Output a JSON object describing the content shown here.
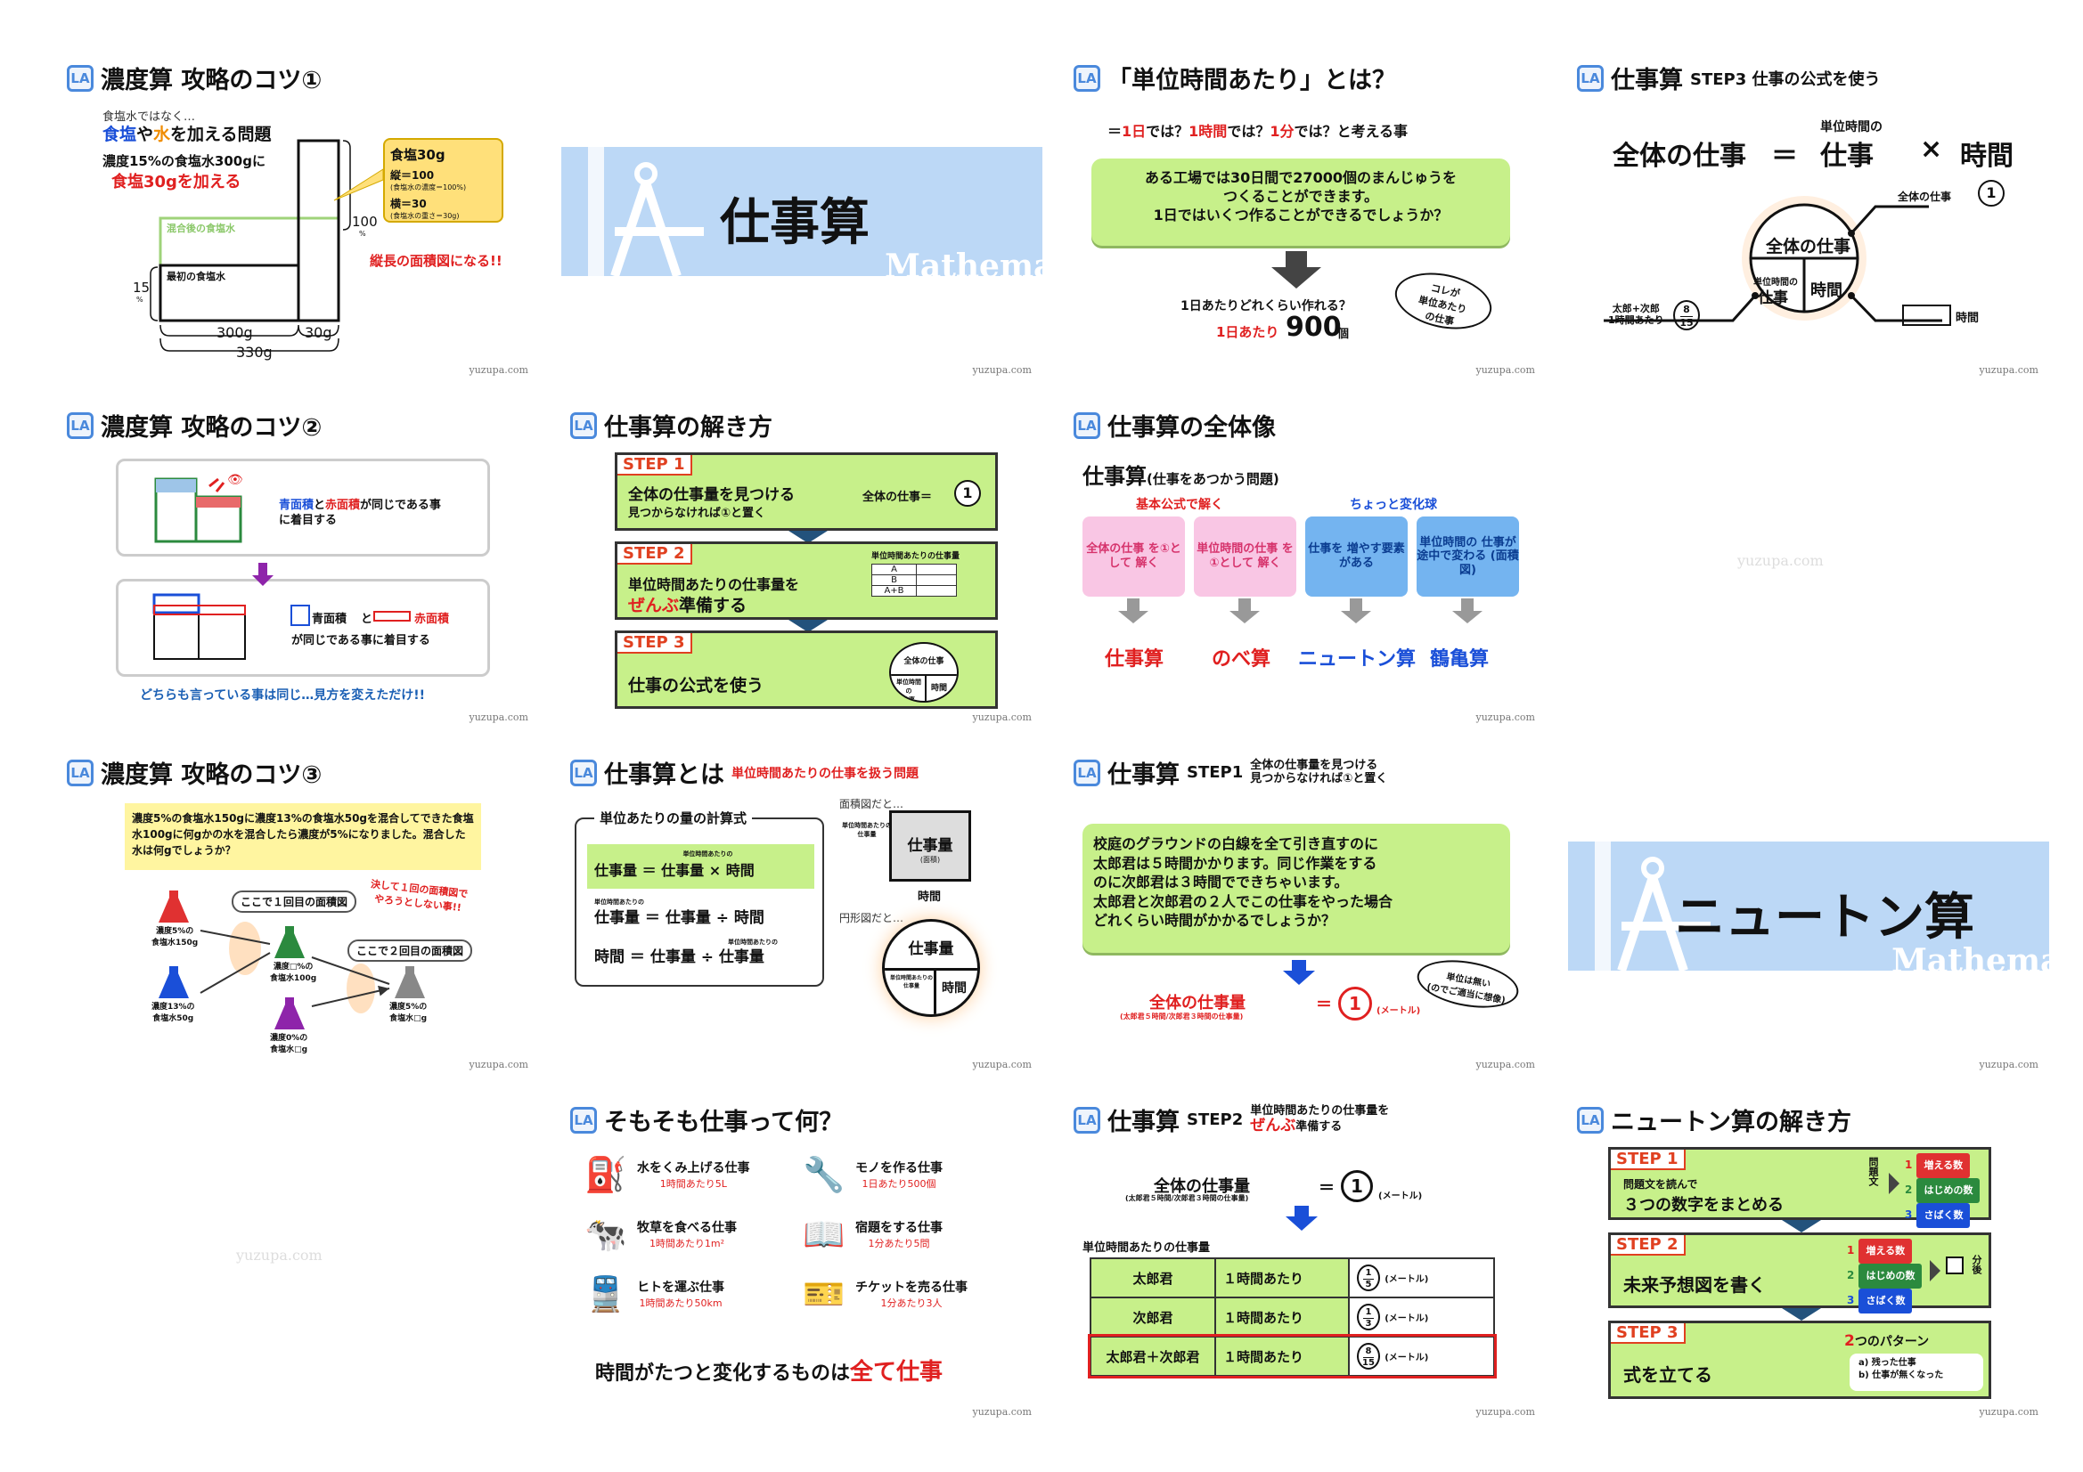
{
  "watermark": "yuzupa.com",
  "logo_text": "LA",
  "s1": {
    "title": "濃度算 攻略のコツ①",
    "pre": "食塩水ではなく…",
    "head_a": "食塩",
    "head_b": "や",
    "head_c": "水",
    "head_d": "を加える問題",
    "l1": "濃度15%の食塩水300gに",
    "l2": "食塩30gを加える",
    "cal_title": "食塩30g",
    "cal_1": "縦＝100",
    "cal_1s": "(食塩水の濃度＝100%)",
    "cal_2": "横＝30",
    "cal_2s": "(食塩水の重さ＝30g)",
    "mixed": "混合後の食塩水",
    "first": "最初の食塩水",
    "n15": "15",
    "pct": "%",
    "n100": "100",
    "w300": "300g",
    "w30": "30g",
    "w330": "330g",
    "note": "縦長の面積図になる!!"
  },
  "s2": {
    "big": "仕事算",
    "math": "Mathemat"
  },
  "s3": {
    "title": "「単位時間あたり」とは？",
    "q_a": "＝",
    "q_b": "1日",
    "q_c": "では？",
    "q_d": "1時間",
    "q_e": "では？",
    "q_f": "1分",
    "q_g": "では？と考える事",
    "box": "ある工場では30日間で27000個のまんじゅうを\nつくることができます。\n1日ではいくつ作ることができるでしょうか？",
    "ask": "1日あたりどれくらい作れる？",
    "ans_a": "1日あたり",
    "ans_b": "900",
    "ans_c": "個",
    "bubble": "コレが\n単位あたり\nの仕事"
  },
  "s4": {
    "title": "仕事算",
    "step": "STEP3 仕事の公式を使う",
    "f_a": "全体の仕事",
    "f_eq": "＝",
    "f_small": "単位時間の",
    "f_b": "仕事",
    "f_x": "×",
    "f_c": "時間",
    "all_lbl": "全体の仕事",
    "one": "1",
    "c_top": "全体の仕事",
    "c_l1": "単位時間の",
    "c_l2": "仕事",
    "c_r": "時間",
    "left_lbl": "太郎+次郎\n1時間あたり",
    "frac_n": "8",
    "frac_d": "15",
    "time_lbl": "時間"
  },
  "s5": {
    "title": "濃度算 攻略のコツ②",
    "t1a": "青面積",
    "t1b": "と",
    "t1c": "赤面積",
    "t1d": "が同じである事\nに着目する",
    "t2a": "青面積",
    "t2b": "と",
    "t2c": "赤面積",
    "t2d": "が同じである事に着目する",
    "bottom": "どちらも言っている事は同じ…見方を変えただけ!!"
  },
  "s6": {
    "title": "仕事算の解き方",
    "s1_lab": "STEP 1",
    "s1_a": "全体の仕事量を見つける",
    "s1_b": "見つからなければ①と置く",
    "s1_r": "全体の仕事＝",
    "one": "1",
    "s2_lab": "STEP 2",
    "s2_a": "単位時間あたりの仕事量を",
    "s2_b": "ぜんぶ",
    "s2_c": "準備する",
    "s2_th": "単位時間あたりの仕事量",
    "s2_rows": [
      "A",
      "B",
      "A+B"
    ],
    "s3_lab": "STEP 3",
    "s3_a": "仕事の公式を使う",
    "c_top": "全体の仕事",
    "c_l": "単位時間の\n仕事",
    "c_r": "時間"
  },
  "s7": {
    "title": "仕事算の全体像",
    "sub_a": "仕事算",
    "sub_b": "(仕事をあつかう問題)",
    "g1": "基本公式で解く",
    "g2": "ちょっと変化球",
    "boxes": [
      "全体の仕事\nを①として\n解く",
      "単位時間の仕事\nを①として\n解く",
      "仕事を\n増やす要素\nがある",
      "単位時間の\n仕事が\n途中で変わる\n(面積図)"
    ],
    "names": [
      "仕事算",
      "のべ算",
      "ニュートン算",
      "鶴亀算"
    ]
  },
  "s8": {
    "watermark": "yuzupa.com"
  },
  "s9": {
    "title": "濃度算 攻略のコツ③",
    "q": "濃度5%の食塩水150gに濃度13%の食塩水50gを混合してできた食塩水100gに何gかの水を混合したら濃度が5%になりました。混合した水は何gでしょうか？",
    "b1": "ここで１回目の面積図",
    "b2": "ここで２回目の面積図",
    "note": "決して１回の面積図で\nやろうとしない事!!",
    "f1": "濃度5%の\n食塩水150g",
    "f2": "濃度13%の\n食塩水50g",
    "f3": "濃度□%の\n食塩水100g",
    "f4": "濃度0%の\n食塩水□g",
    "f5": "濃度5%の\n食塩水□g"
  },
  "s10": {
    "title": "仕事算とは",
    "title_sub": "単位時間あたりの仕事を扱う問題",
    "box_title": "単位あたりの量の計算式",
    "e1": "仕事量 ＝ 単位時間あたりの仕事量 × 時間",
    "e1_a": "仕事量 ＝",
    "e1_s": "単位時間あたりの",
    "e1_b": "仕事量 × 時間",
    "e2_s": "単位時間あたりの",
    "e2": "仕事量 ＝ 仕事量 ÷ 時間",
    "e3_s": "単位時間あたりの",
    "e3": "時間 ＝ 仕事量 ÷ 仕事量",
    "area_lbl": "面積図だと…",
    "area_l": "単位時間あたりの\n仕事量",
    "area_c": "仕事量",
    "area_cs": "(面積)",
    "area_b": "時間",
    "circ_lbl": "円形図だと…",
    "circ_top": "仕事量",
    "circ_l": "単位時間あたりの\n仕事量",
    "circ_r": "時間"
  },
  "s11": {
    "title": "仕事算",
    "step": "STEP1",
    "step_t": "全体の仕事量を見つける\n見つからなければ①と置く",
    "box": "校庭のグラウンドの白線を全て引き直すのに\n太郎君は５時間かかります。同じ作業をする\nのに次郎君は３時間でできちゃいます。\n太郎君と次郎君の２人でこの仕事をやった場合\nどれくらい時間がかかるでしょうか？",
    "res_a": "全体の仕事量",
    "res_s": "(太郎君５時間/次郎君３時間の仕事量)",
    "res_eq": "＝",
    "one": "1",
    "res_u": "(メートル)",
    "bubble": "単位は無い\n(のでご適当に想像)"
  },
  "s12": {
    "big": "ニュートン算",
    "math": "Mathemat"
  },
  "s13": {
    "watermark": "yuzupa.com"
  },
  "s14": {
    "title": "そもそも仕事って何？",
    "items": [
      {
        "t": "水をくみ上げる仕事",
        "s": "1時間あたり5L",
        "i": "⛽"
      },
      {
        "t": "モノを作る仕事",
        "s": "1日あたり500個",
        "i": "🔧"
      },
      {
        "t": "牧草を食べる仕事",
        "s": "1時間あたり1m²",
        "i": "🐄"
      },
      {
        "t": "宿題をする仕事",
        "s": "1分あたり5問",
        "i": "📖"
      },
      {
        "t": "ヒトを運ぶ仕事",
        "s": "1時間あたり50km",
        "i": "🚆"
      },
      {
        "t": "チケットを売る仕事",
        "s": "1分あたり3人",
        "i": "🎫"
      }
    ],
    "bottom_a": "時間がたつと変化するものは",
    "bottom_b": "全て仕事"
  },
  "s15": {
    "title": "仕事算",
    "step": "STEP2",
    "step_a": "単位時間あたりの仕事量を",
    "step_b": "ぜんぶ",
    "step_c": "準備する",
    "f_a": "全体の仕事量",
    "f_s": "(太郎君５時間/次郎君３時間の仕事量)",
    "f_eq": "＝",
    "one": "1",
    "f_u": "(メートル)",
    "tbl_lbl": "単位時間あたりの仕事量",
    "rows": [
      {
        "n": "太郎君",
        "t": "１時間あたり",
        "a": "1",
        "b": "5",
        "u": "(メートル)"
      },
      {
        "n": "次郎君",
        "t": "１時間あたり",
        "a": "1",
        "b": "3",
        "u": "(メートル)"
      },
      {
        "n": "太郎君＋次郎君",
        "t": "１時間あたり",
        "a": "8",
        "b": "15",
        "u": "(メートル)"
      }
    ]
  },
  "s16": {
    "title": "ニュートン算の解き方",
    "s1_lab": "STEP 1",
    "s1_a": "問題文を読んで",
    "s1_b": "３つの数字をまとめる",
    "side1": "問題文",
    "s2_lab": "STEP 2",
    "s2_a": "未来予想図を書く",
    "side2": "分後",
    "s3_lab": "STEP 3",
    "s3_a": "式を立てる",
    "pat_a": "2",
    "pat_b": "つのパターン",
    "pat_1": "a) 残った仕事",
    "pat_2": "b) 仕事が無くなった",
    "pills": [
      "増える数",
      "はじめの数",
      "さばく数"
    ],
    "nums": [
      "1",
      "2",
      "3"
    ]
  }
}
